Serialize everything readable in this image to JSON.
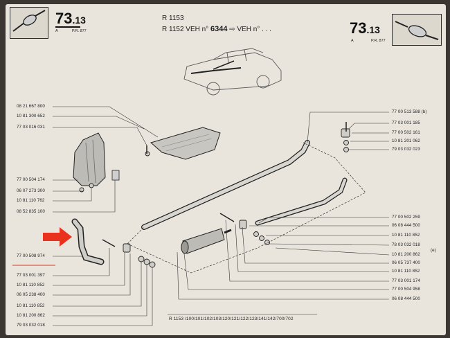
{
  "header": {
    "page_number_left": "73",
    "page_suffix_left": ".13",
    "sub_left_a": "A",
    "sub_left_b": "P.R. 877",
    "page_number_right": "73",
    "page_suffix_right": ".13",
    "sub_right_a": "A",
    "sub_right_b": "P.R. 877",
    "model_line_1": "R 1153",
    "model_line_2_prefix": "R 1152 VEH n°",
    "model_line_2_number": "6344",
    "model_line_2_suffix": "⇨ VEH n° . . ."
  },
  "left_parts": [
    "08 21 667 800",
    "10 81 300 652",
    "77 03 016 031",
    "77 00 504 174",
    "06 07 273 300",
    "10 81 110 762",
    "08 52 835 100",
    "77 00 508 974",
    "77 03 001 397",
    "10 81 110 852",
    "06 05 238 400",
    "10 81 110 852",
    "10 81 200 862",
    "79 03 032 018"
  ],
  "right_parts_top": [
    "77 00 513 588 (b)",
    "77 03 001 185",
    "77 00 502 161",
    "10 81 201 062",
    "79 03 032 023"
  ],
  "right_parts_bottom": [
    "77 00 502 259",
    "06 08 444 500",
    "10 81 110 852",
    "78 03 032 018",
    "10 81 200 862",
    "06 05 737 400",
    "10 81 110 852",
    "77 03 001 174",
    "77 00 504 958",
    "06 08 444 500"
  ],
  "right_note": "(e)",
  "footer": {
    "line_1": "R 1153 /100/101/102/103/120/121/122/123/141/142/700/702"
  },
  "colors": {
    "paper": "#e9e5dc",
    "ink": "#1e1e1e",
    "arrow": "#e8321e",
    "underline": "#d23a2a"
  }
}
